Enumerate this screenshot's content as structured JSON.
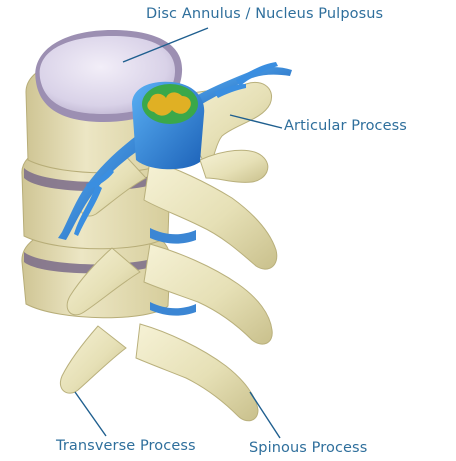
{
  "labels": {
    "disc": "Disc Annulus / Nucleus Pulposus",
    "articular": "Articular Process",
    "transverse": "Transverse Process",
    "spinous": "Spinous Process"
  },
  "colors": {
    "label_text": "#2f6f9c",
    "leader_line": "#1f5f8f",
    "bone": "#e8e3bd",
    "bone_shadow": "#b9b07c",
    "disc_top": "#dcd6ea",
    "nerve": "#2f7fd6",
    "spinal_cord_outer": "#3aa84a",
    "spinal_cord_inner": "#e0b024"
  }
}
